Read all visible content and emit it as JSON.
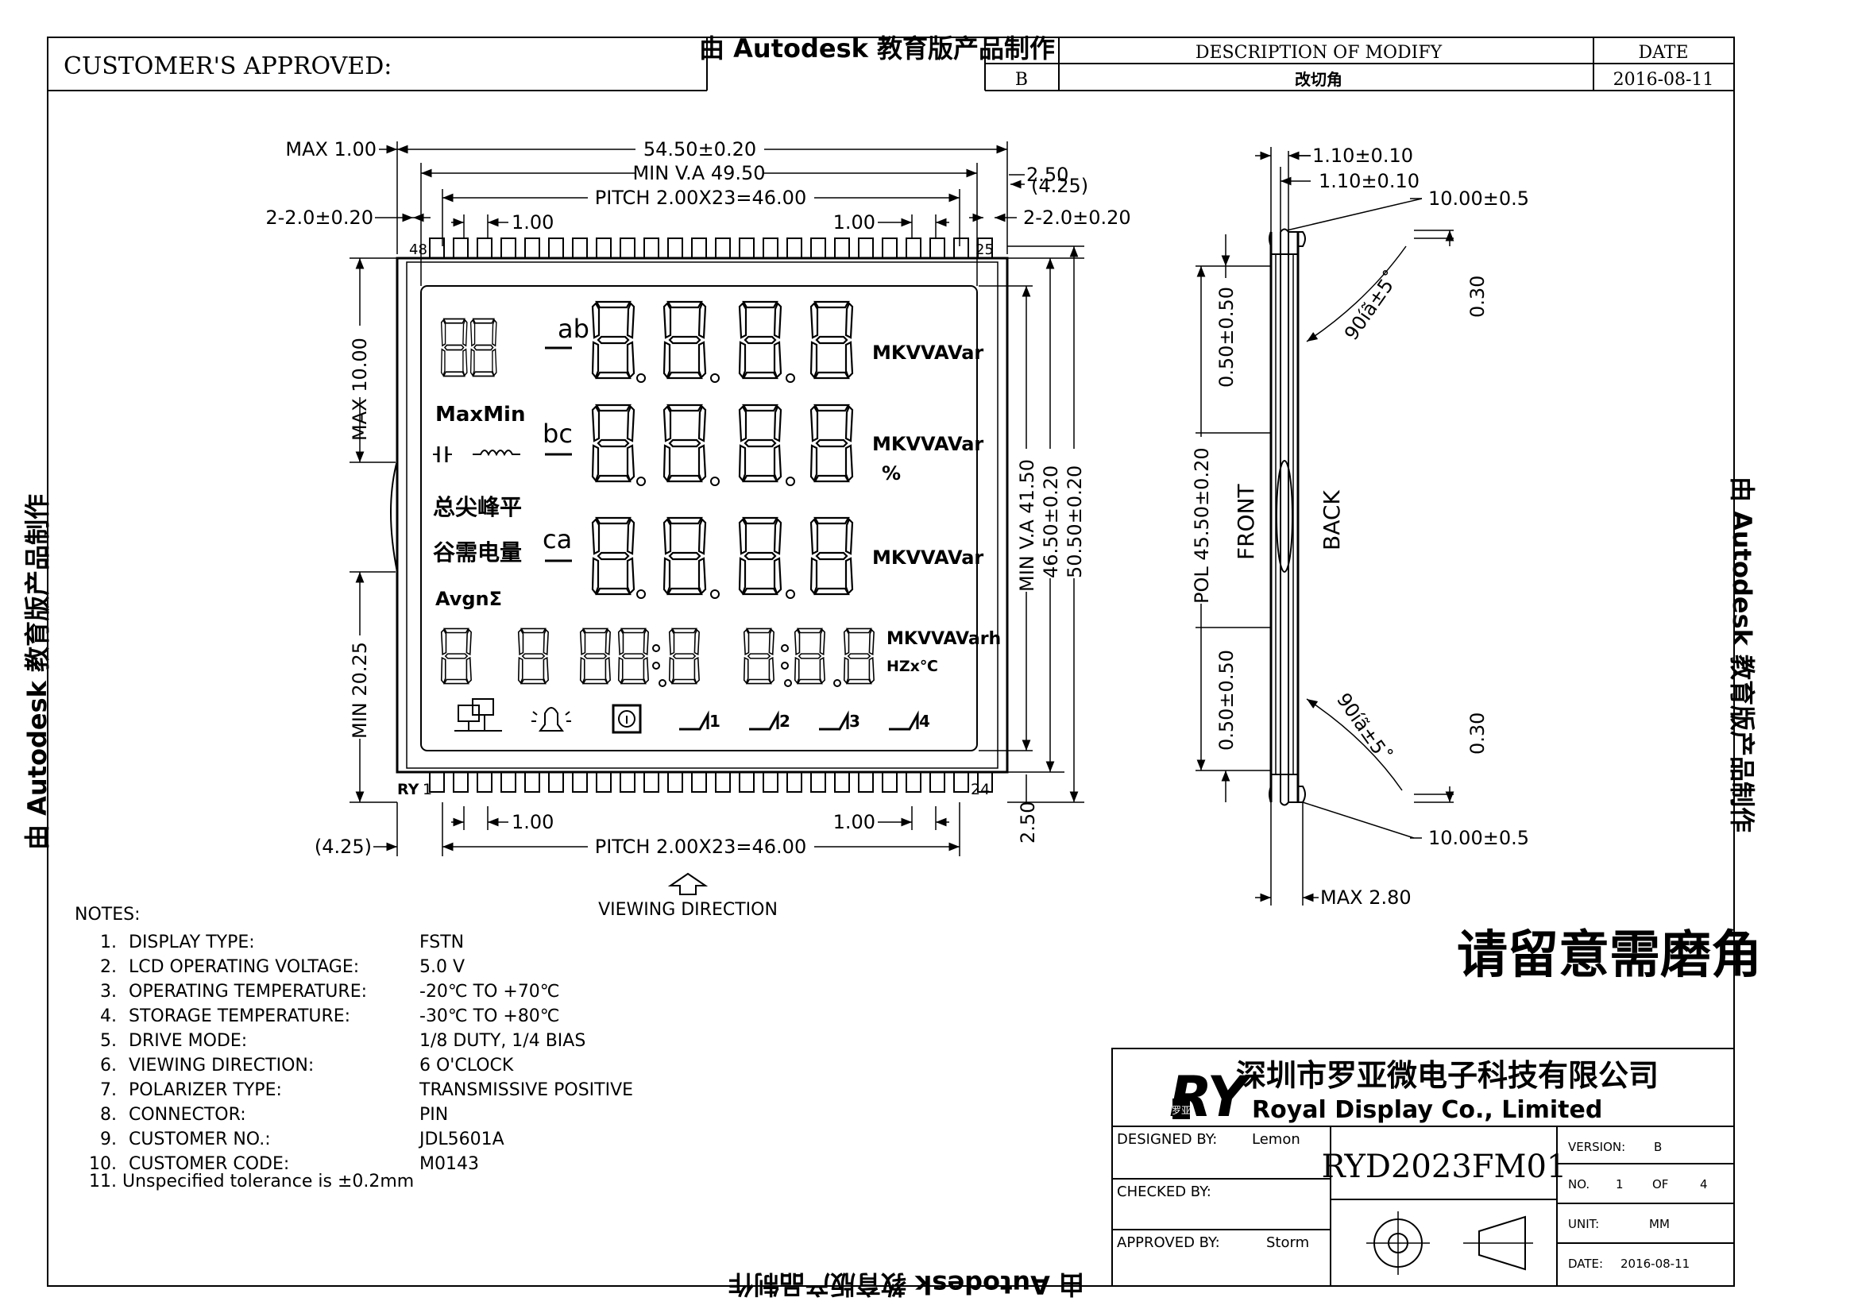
{
  "header": {
    "customer_approved": "CUSTOMER'S APPROVED:",
    "watermark": "由 Autodesk 教育版产品制作",
    "description_header": "DESCRIPTION OF MODIFY",
    "date_header": "DATE",
    "revision": "B",
    "description": "改切角",
    "date": "2016-08-11"
  },
  "front_view": {
    "dims": {
      "max_top": "MAX 1.00",
      "overall_width": "54.50±0.20",
      "min_va": "MIN V.A 49.50",
      "pitch_top": "PITCH 2.00X23=46.00",
      "pin_w_left": "2-2.0±0.20",
      "pin_w_right": "2-2.0±0.20",
      "right_250": "2.50",
      "right_425": "(4.25)",
      "gap_100_a": "1.00",
      "gap_100_b": "1.00",
      "pin_48": "48",
      "pin_25": "25",
      "max_10": "MAX 10.00",
      "min_2025": "MIN 20.25",
      "min_va_v": "MIN V.A 41.50",
      "h_4650": "46.50±0.20",
      "h_5050": "50.50±0.20",
      "bot_250": "2.50",
      "bot_425": "(4.25)",
      "gap_100_c": "1.00",
      "gap_100_d": "1.00",
      "pitch_bottom": "PITCH 2.00X23=46.00",
      "ry_label": "RY",
      "pin_1": "1",
      "pin_24": "24",
      "viewing": "VIEWING DIRECTION"
    },
    "lcd": {
      "row1_label": "ab",
      "row2_label": "bc",
      "row3_label": "ca",
      "units1": "MKVVAVar",
      "units2": "MKVVAVar",
      "percent": "%",
      "units3": "MKVVAVar",
      "units4": "MKVVAVarh",
      "units4b": "HZx℃",
      "maxmin": "MaxMin",
      "cn1": "总尖峰平",
      "cn2": "谷需电量",
      "avg": "AvgnΣ",
      "tariff": [
        "1",
        "2",
        "3",
        "4"
      ]
    }
  },
  "side_view": {
    "d1": "1.10±0.10",
    "d2": "1.10±0.10",
    "d3": "10.00±0.5",
    "d4": "0.30",
    "angle_top": "90íã±5˚",
    "pol_top": "0.50±0.50",
    "pol": "POL 45.50±0.20",
    "front": "FRONT",
    "back": "BACK",
    "pol_bottom": "0.50±0.50",
    "angle_bottom": "90íã±5˚",
    "d5": "0.30",
    "d6": "10.00±0.5",
    "max": "MAX 2.80"
  },
  "note_chinese": "请留意需磨角",
  "notes": {
    "title": "NOTES:",
    "items": [
      {
        "n": "1.",
        "label": "DISPLAY TYPE:",
        "value": "FSTN"
      },
      {
        "n": "2.",
        "label": "LCD OPERATING VOLTAGE:",
        "value": "5.0 V"
      },
      {
        "n": "3.",
        "label": "OPERATING TEMPERATURE:",
        "value": "-20℃ TO +70℃"
      },
      {
        "n": "4.",
        "label": "STORAGE TEMPERATURE:",
        "value": "-30℃ TO +80℃"
      },
      {
        "n": "5.",
        "label": "DRIVE MODE:",
        "value": "1/8 DUTY, 1/4 BIAS"
      },
      {
        "n": "6.",
        "label": "VIEWING DIRECTION:",
        "value": "6 O'CLOCK"
      },
      {
        "n": "7.",
        "label": "POLARIZER TYPE:",
        "value": "TRANSMISSIVE POSITIVE"
      },
      {
        "n": "8.",
        "label": "CONNECTOR:",
        "value": "PIN"
      },
      {
        "n": "9.",
        "label": "CUSTOMER NO.:",
        "value": "JDL5601A"
      },
      {
        "n": "10.",
        "label": "CUSTOMER CODE:",
        "value": "M0143"
      }
    ],
    "last": "11. Unspecified tolerance is ±0.2mm"
  },
  "title_block": {
    "logo_text": "RY",
    "logo_sub": "罗亚",
    "company_cn": "深圳市罗亚微电子科技有限公司",
    "company_en": "Royal Display Co., Limited",
    "designed_by_label": "DESIGNED BY:",
    "designed_by": "Lemon",
    "checked_by_label": "CHECKED BY:",
    "approved_by_label": "APPROVED BY:",
    "approved_by": "Storm",
    "part_no": "RYD2023FM01",
    "version_label": "VERSION:",
    "version": "B",
    "no_label": "NO.",
    "no": "1",
    "of_label": "OF",
    "of": "4",
    "unit_label": "UNIT:",
    "unit": "MM",
    "date_label": "DATE:",
    "date": "2016-08-11"
  }
}
